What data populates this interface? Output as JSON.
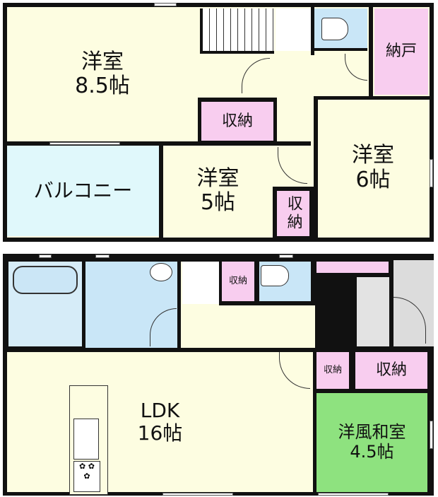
{
  "upper_floor": {
    "rooms": [
      {
        "name": "洋室",
        "size": "8.5帖"
      },
      {
        "name": "収納"
      },
      {
        "name": "納戸"
      },
      {
        "name": "バルコニー"
      },
      {
        "name": "洋室",
        "size": "5帖"
      },
      {
        "name": "収納"
      },
      {
        "name": "洋室",
        "size": "6帖"
      }
    ]
  },
  "lower_floor": {
    "rooms": [
      {
        "name": "収納"
      },
      {
        "name": "LDK",
        "size": "16帖"
      },
      {
        "name": "収納"
      },
      {
        "name": "収納"
      },
      {
        "name": "洋風和室",
        "size": "4.5帖"
      }
    ]
  },
  "colors": {
    "wall": "#111111",
    "room": "#fdfde1",
    "storage": "#f8cdef",
    "wet_area": "#c9e6f7",
    "balcony": "#e0f8fb",
    "tatami_room": "#8ee27f",
    "entrance": "#dcdcdc"
  }
}
